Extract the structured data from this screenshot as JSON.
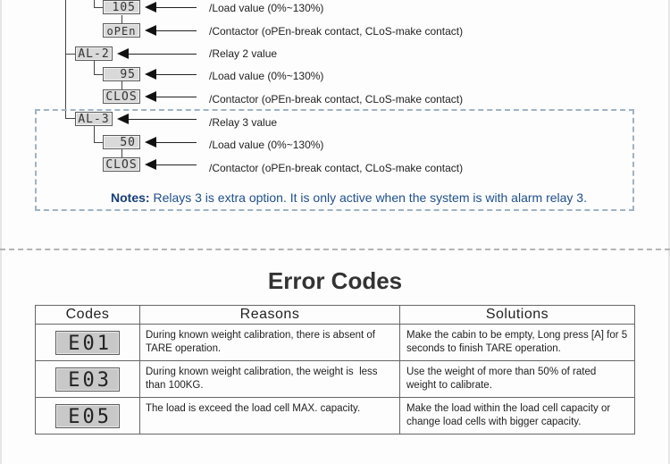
{
  "diagram": {
    "items": [
      {
        "display": "105",
        "label": "/Load value (0%~130%)"
      },
      {
        "display": "oPEn",
        "label": "/Contactor (oPEn-break contact, CLoS-make contact)"
      },
      {
        "display": "AL-2",
        "label": "/Relay 2 value"
      },
      {
        "display": "95",
        "label": "/Load value (0%~130%)"
      },
      {
        "display": "CLOS",
        "label": "/Contactor (oPEn-break contact, CLoS-make contact)"
      },
      {
        "display": "AL-3",
        "label": "/Relay 3 value"
      },
      {
        "display": "50",
        "label": "/Load value (0%~130%)"
      },
      {
        "display": "CLOS",
        "label": "/Contactor (oPEn-break contact, CLoS-make contact)"
      }
    ],
    "notes_label": "Notes:",
    "notes_text": " Relays 3 is extra option. It is only active when the system is with alarm relay 3."
  },
  "error_codes": {
    "title": "Error Codes",
    "headers": [
      "Codes",
      "Reasons",
      "Solutions"
    ],
    "rows": [
      {
        "code": "E01",
        "reason": "During known weight calibration, there is absent of TARE operation.",
        "solution": "Make the cabin to be empty, Long press [A] for 5 seconds to finish TARE operation."
      },
      {
        "code": "E03",
        "reason": "During known weight calibration, the weight is  less than 100KG.",
        "solution": "Use the weight of more than 50% of rated weight to calibrate."
      },
      {
        "code": "E05",
        "reason": "The load is exceed the load cell MAX. capacity.",
        "solution": "Make the load within the load cell capacity or change load cells with bigger capacity."
      }
    ]
  },
  "colors": {
    "notes": "#1f4f8a",
    "dashed_border": "#9fb3c4",
    "lcd_bg": "#d9d9d9"
  }
}
